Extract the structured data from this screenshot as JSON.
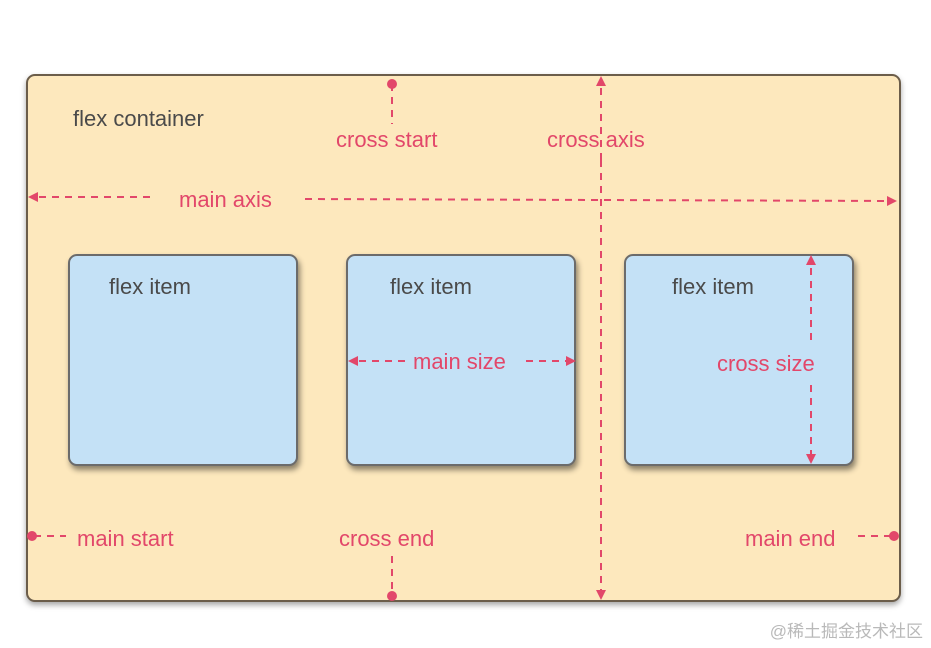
{
  "container": {
    "label": "flex container"
  },
  "items": [
    {
      "label": "flex item"
    },
    {
      "label": "flex item"
    },
    {
      "label": "flex item"
    }
  ],
  "annotations": {
    "cross_start": "cross start",
    "cross_axis": "cross axis",
    "main_axis": "main axis",
    "main_size": "main size",
    "cross_size": "cross size",
    "main_start": "main start",
    "cross_end": "cross end",
    "main_end": "main end"
  },
  "watermark": "@稀土掘金技术社区",
  "colors": {
    "container_fill": "#fde8bd",
    "item_fill": "#c4e1f6",
    "annotation": "#e2476a",
    "text": "#4a4a4a"
  }
}
